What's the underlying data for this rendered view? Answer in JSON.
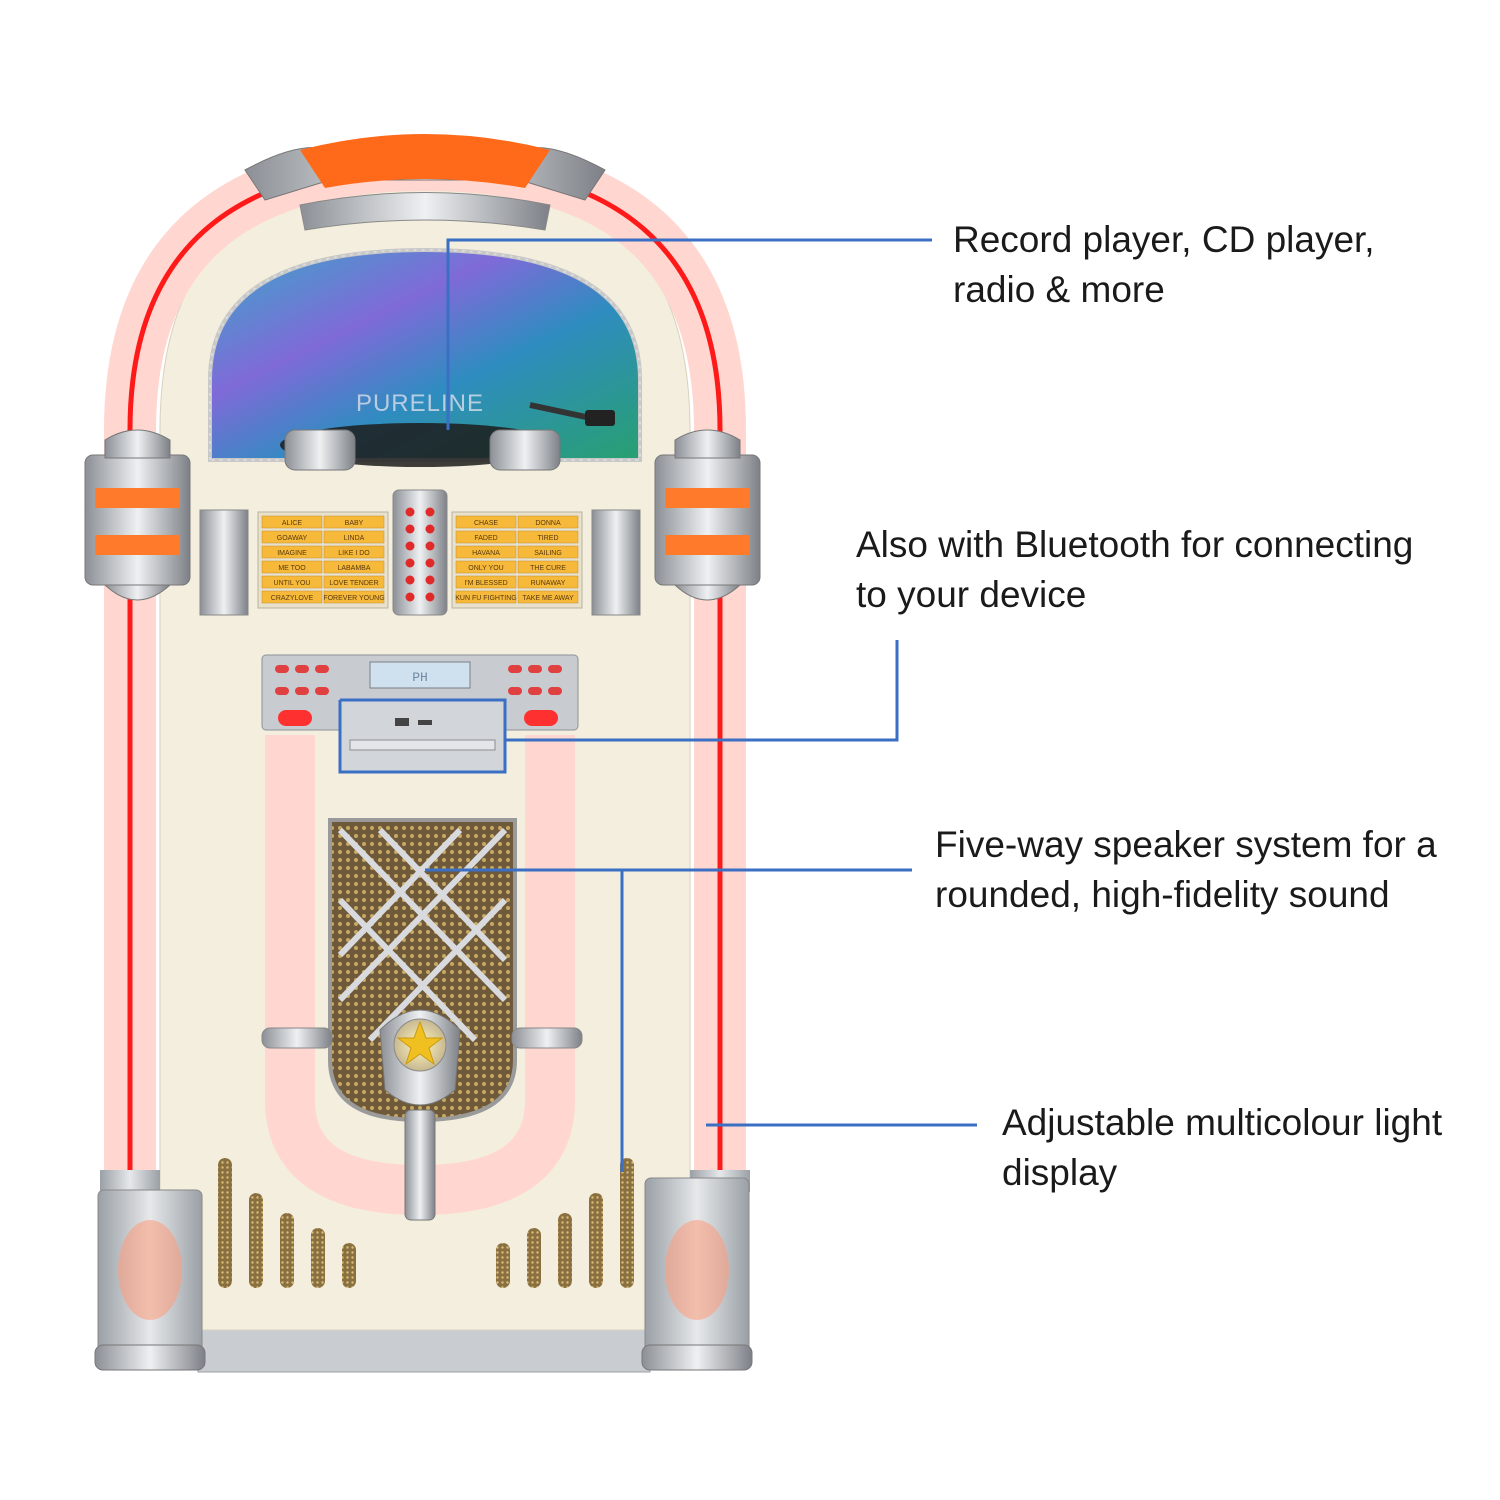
{
  "product": {
    "brand_badge": "PURELINE",
    "display_readout": "PH"
  },
  "song_cards": {
    "left_col_a": [
      "ALICE",
      "GOAWAY",
      "IMAGINE",
      "ME TOO",
      "UNTIL YOU",
      "CRAZYLOVE"
    ],
    "left_col_b": [
      "BABY",
      "LINDA",
      "LIKE I DO",
      "LABAMBA",
      "LOVE TENDER",
      "FOREVER YOUNG"
    ],
    "right_col_a": [
      "CHASE",
      "FADED",
      "HAVANA",
      "ONLY YOU",
      "I'M BLESSED",
      "KUN FU FIGHTING"
    ],
    "right_col_b": [
      "DONNA",
      "TIRED",
      "SAILING",
      "THE CURE",
      "RUNAWAY",
      "TAKE ME AWAY"
    ]
  },
  "callouts": [
    {
      "line1": "Record player, CD player,",
      "line2": "radio & more"
    },
    {
      "line1": "Also with Bluetooth for connecting",
      "line2": "to your device"
    },
    {
      "line1": "Five-way speaker system for a",
      "line2": "rounded, high-fidelity sound"
    },
    {
      "line1": "Adjustable multicolour light",
      "line2": "display"
    }
  ],
  "colors": {
    "leader_line": "#3a6fc4",
    "neon_red": "#ff1a1a",
    "neon_tube": "#ffd6d0",
    "cabinet_cream": "#f3eedd",
    "chrome": "#b8bcc2"
  }
}
